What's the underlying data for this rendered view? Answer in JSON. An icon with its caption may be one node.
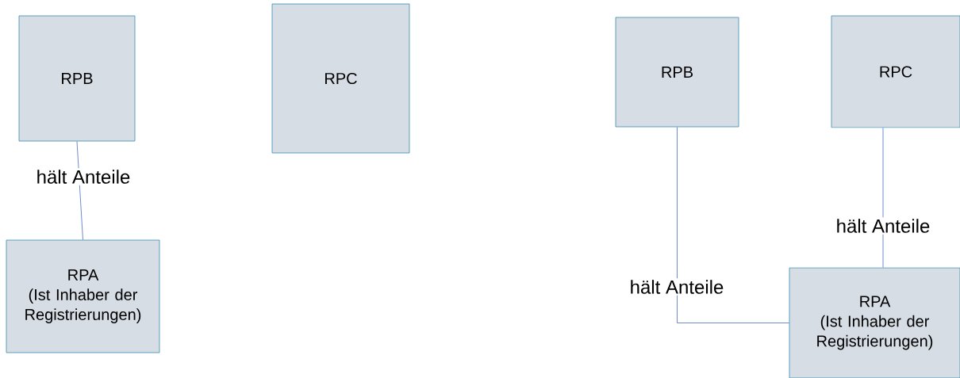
{
  "diagram": {
    "nodes": [
      {
        "text": [
          "RPB"
        ]
      },
      {
        "text": [
          "RPA",
          "(Ist Inhaber der Registrierungen)"
        ]
      },
      {
        "text": [
          "RPC"
        ]
      },
      {
        "text": [
          "RPB"
        ]
      },
      {
        "text": [
          "RPC"
        ]
      },
      {
        "text": [
          "RPA",
          "(Ist Inhaber der Registrierungen)"
        ]
      }
    ],
    "edges": [
      {
        "from": 0,
        "to": 1,
        "arrow": "none",
        "label": "hält Anteile"
      },
      {
        "from": 3,
        "to": 5,
        "arrow": "none",
        "label": "hält Anteile"
      },
      {
        "from": 4,
        "to": 5,
        "arrow": "none",
        "label": "hält Anteile"
      }
    ]
  }
}
